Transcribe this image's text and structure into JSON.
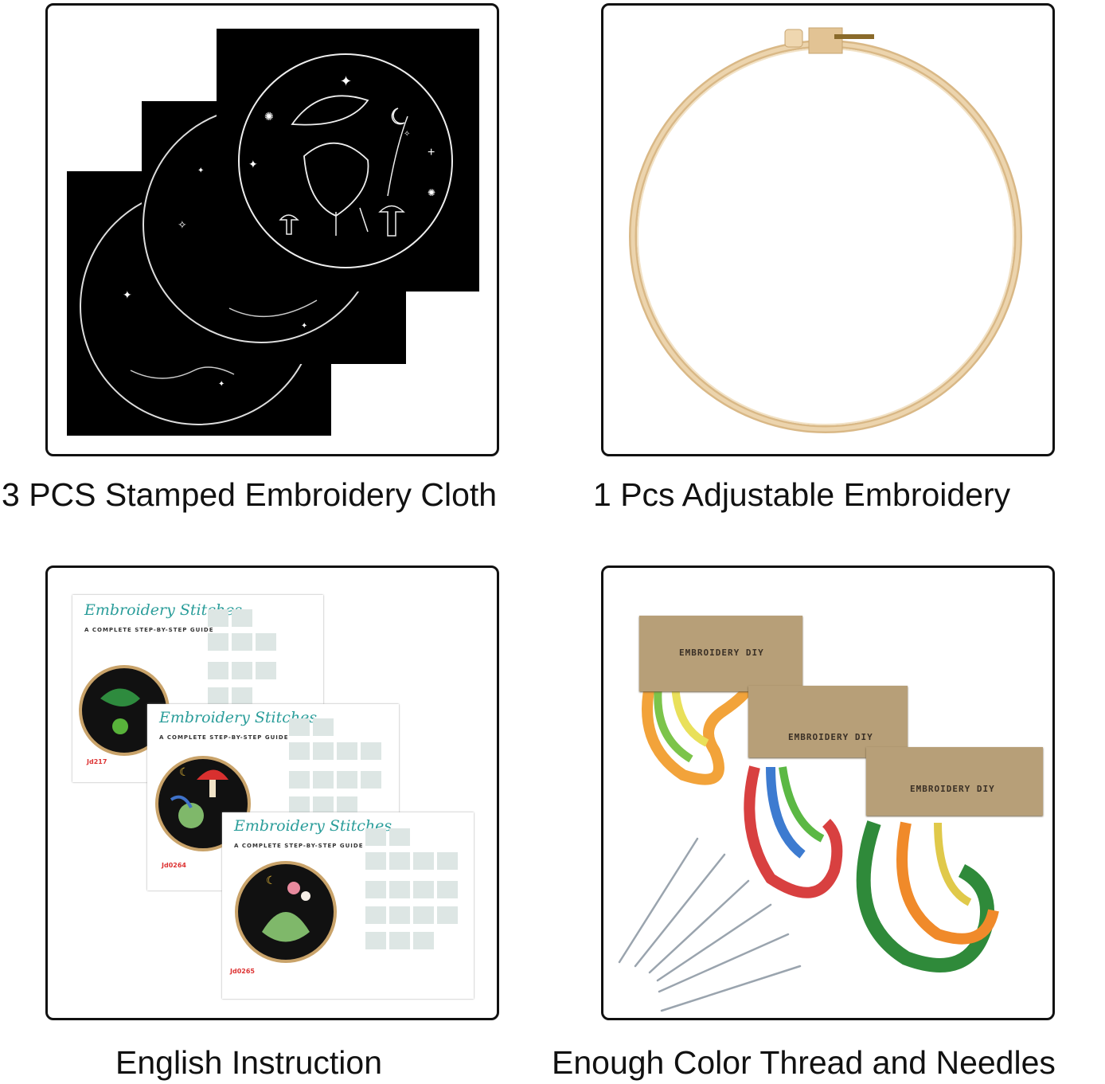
{
  "captions": {
    "cloth": "3 PCS Stamped Embroidery Cloth",
    "hoop": "1 Pcs Adjustable Embroidery",
    "instruction": "English Instruction",
    "thread": "Enough Color Thread and Needles"
  },
  "instruction_sheets": [
    {
      "title": "Embroidery Stitches",
      "subtitle": "A COMPLETE STEP-BY-STEP GUIDE",
      "code": "Jd217"
    },
    {
      "title": "Embroidery Stitches",
      "subtitle": "A COMPLETE STEP-BY-STEP GUIDE",
      "code": "Jd0264"
    },
    {
      "title": "Embroidery Stitches",
      "subtitle": "A COMPLETE STEP-BY-STEP GUIDE",
      "code": "Jd0265"
    }
  ],
  "thread_cards": [
    {
      "label": "EMBROIDERY DIY"
    },
    {
      "label": "EMBROIDERY DIY"
    },
    {
      "label": "EMBROIDERY DIY"
    }
  ],
  "colors": {
    "panel_border": "#111111",
    "cloth": "#000000",
    "hoop_wood": "#e3c596",
    "sheet_title": "#2a9d9a",
    "card": "#b79f78"
  }
}
